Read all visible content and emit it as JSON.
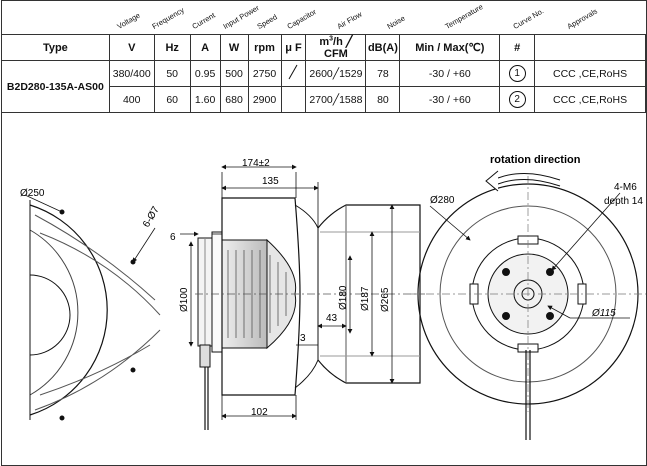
{
  "headers": [
    "Voltage",
    "Frequency",
    "Current",
    "Input Power",
    "Speed",
    "Capacitor",
    "Air Flow",
    "Noise",
    "Temperature",
    "Curve No.",
    "Approvals"
  ],
  "table": {
    "units": [
      "Type",
      "V",
      "Hz",
      "A",
      "W",
      "rpm",
      "μ F",
      "",
      "dB(A)",
      "Min / Max(℃)",
      "#",
      ""
    ],
    "airflow_unit_a": "m",
    "airflow_unit_b": "/h ╱ CFM",
    "model": "B2D280-135A-AS00",
    "rows": [
      {
        "voltage": "380/400",
        "frequency": "50",
        "current": "0.95",
        "power": "500",
        "speed": "2750",
        "airflow": "2600╱1529",
        "noise": "78",
        "temperature": "-30 / +60",
        "curve": "1",
        "approvals": "CCC ,CE,RoHS"
      },
      {
        "voltage": "400",
        "frequency": "60",
        "current": "1.60",
        "power": "680",
        "speed": "2900",
        "airflow": "2700╱1588",
        "noise": "80",
        "temperature": "-30 / +60",
        "curve": "2",
        "approvals": "CCC ,CE,RoHS"
      }
    ]
  },
  "drawing": {
    "dim_250": "Ø250",
    "dim_6_hole": "6-Ø7",
    "dim_174": "174±2",
    "dim_135": "135",
    "dim_102": "102",
    "dim_6": "6",
    "dim_100": "Ø100",
    "dim_180": "Ø180",
    "dim_187": "Ø187",
    "dim_265": "Ø265",
    "dim_43": "43",
    "dim_3": "3",
    "rotation_direction": "rotation direction",
    "dim_280": "Ø280",
    "thread_spec": "4-M6",
    "thread_depth": "depth 14",
    "dim_115": "Ø115"
  }
}
